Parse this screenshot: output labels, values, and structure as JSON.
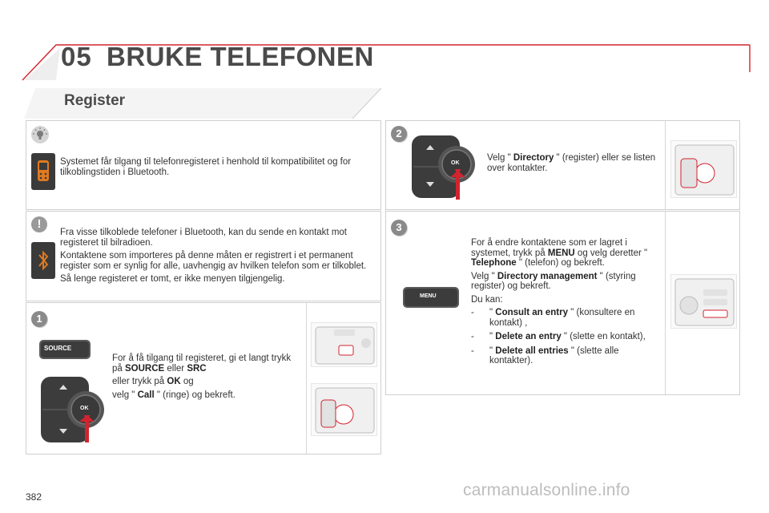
{
  "header": {
    "chapter_number": "05",
    "chapter_title": "BRUKE TELEFONEN",
    "section_title": "Register"
  },
  "info_box": {
    "text": "Systemet får tilgang til telefonregisteret i henhold til kompatibilitet og for tilkoblingstiden i Bluetooth."
  },
  "warning_box": {
    "p1": "Fra visse tilkoblede telefoner i Bluetooth, kan du sende en kontakt mot registeret til bilradioen.",
    "p2": "Kontaktene som importeres på denne måten er registrert i et permanent register som er synlig for alle, uavhengig av hvilken telefon som er tilkoblet.",
    "p3": "Så lenge registeret er tomt, er ikke menyen tilgjengelig."
  },
  "step1": {
    "badge": "1",
    "source_label": "SOURCE",
    "ok_label": "OK",
    "line1_pre": "For å få tilgang til registeret, gi et langt trykk på ",
    "line1_b1": "SOURCE",
    "line1_mid": " eller ",
    "line1_b2": "SRC",
    "line2_pre": "eller trykk på ",
    "line2_b": "OK",
    "line2_post": " og",
    "line3_pre": "velg \" ",
    "line3_b": "Call",
    "line3_post": " \" (ringe) og bekreft."
  },
  "step2": {
    "badge": "2",
    "ok_label": "OK",
    "pre": "Velg \" ",
    "b": "Directory",
    "post": " \" (register) eller se listen over kontakter."
  },
  "step3": {
    "badge": "3",
    "menu_label": "MENU",
    "p1_pre": "For å endre kontaktene som er lagret i systemet, trykk på ",
    "p1_b1": "MENU",
    "p1_mid": " og velg deretter \" ",
    "p1_b2": "Telephone",
    "p1_post": " \" (telefon) og bekreft.",
    "p2_pre": "Velg \" ",
    "p2_b": "Directory management",
    "p2_post": " \" (styring register) og bekreft.",
    "p3": "Du kan:",
    "items": [
      {
        "dash": "-",
        "pre": "\" ",
        "b": "Consult an entry",
        "post": " \" (konsultere en kontakt) ,"
      },
      {
        "dash": "-",
        "pre": "\" ",
        "b": "Delete an entry",
        "post": " \" (slette en kontakt),"
      },
      {
        "dash": "-",
        "pre": "\" ",
        "b": "Delete all entries",
        "post": " \" (slette alle kontakter)."
      }
    ]
  },
  "footer": {
    "page_number": "382",
    "watermark": "carmanualsonline.info"
  },
  "colors": {
    "header_accent": "#d2242f",
    "arrow_red": "#d2242f",
    "panel_gray": "#f2f2f2",
    "border_gray": "#cfcfcf"
  }
}
